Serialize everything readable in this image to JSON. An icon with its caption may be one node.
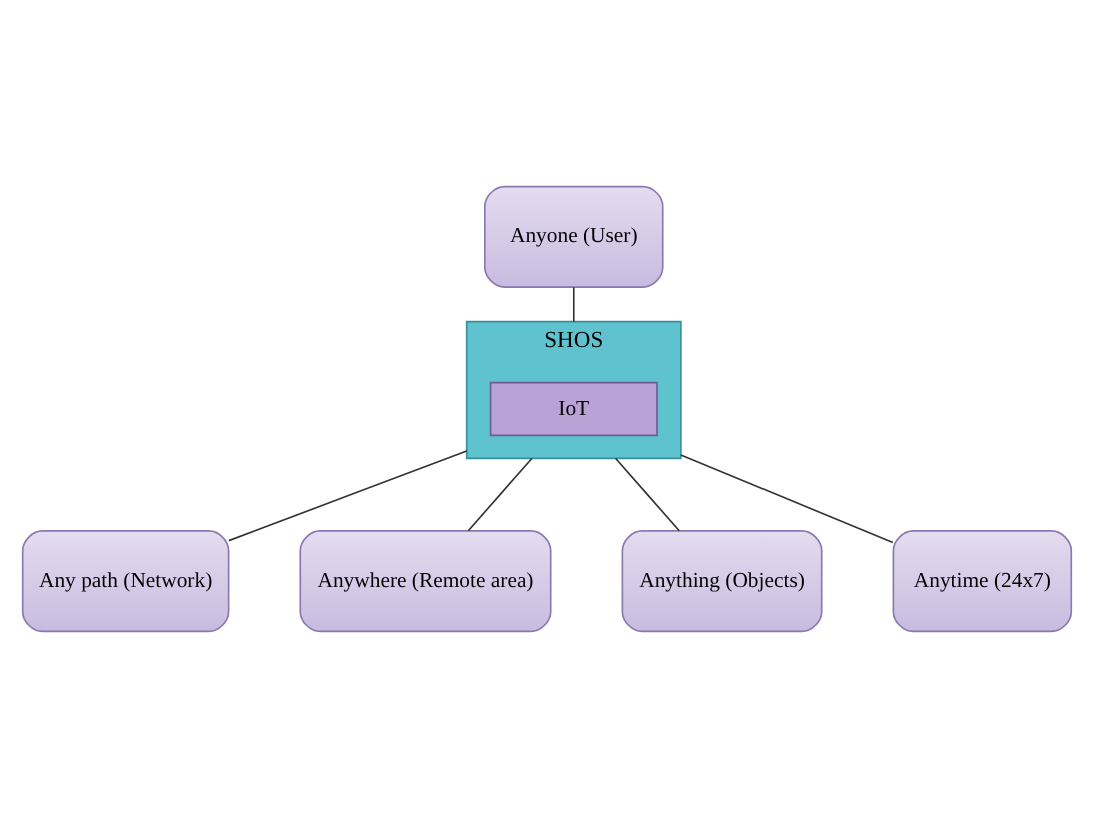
{
  "diagram": {
    "nodes": [
      {
        "text": [
          "Anyone (User)"
        ]
      },
      {
        "text": [
          "Any path (Network)"
        ]
      },
      {
        "text": [
          "SHOS"
        ]
      },
      {
        "text": [
          "IoT"
        ],
        "in": 2
      },
      {
        "text": [
          "Anywhere (Remote area)"
        ]
      },
      {
        "text": [
          "Anything (Objects)"
        ]
      },
      {
        "text": [
          "Anytime (24x7)"
        ]
      }
    ],
    "edges": [
      {
        "from": 2,
        "to": 0,
        "arrow": "none"
      },
      {
        "from": 2,
        "to": 1,
        "arrow": "none"
      },
      {
        "from": 2,
        "to": 4,
        "arrow": "none"
      },
      {
        "from": 2,
        "to": 5,
        "arrow": "none"
      },
      {
        "from": 2,
        "to": 6,
        "arrow": "none"
      }
    ]
  }
}
